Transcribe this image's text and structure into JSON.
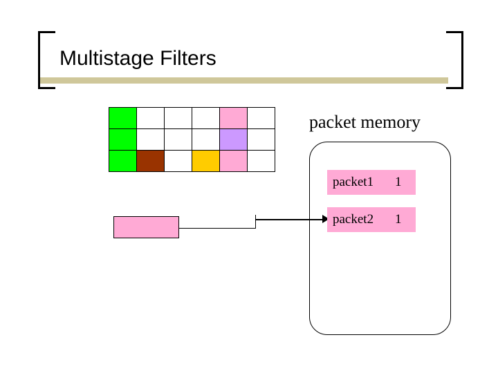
{
  "slide": {
    "title": "Multistage Filters",
    "title_rule_color": "#cfc79a",
    "bracket_color": "#000000"
  },
  "filter_grid": {
    "columns": 6,
    "rows": 3,
    "cells": [
      {
        "row": 0,
        "col": 0,
        "color": "#00ff00"
      },
      {
        "row": 0,
        "col": 1,
        "color": "#ffffff"
      },
      {
        "row": 0,
        "col": 2,
        "color": "#ffffff"
      },
      {
        "row": 0,
        "col": 3,
        "color": "#ffffff"
      },
      {
        "row": 0,
        "col": 4,
        "color": "#ffaad5"
      },
      {
        "row": 0,
        "col": 5,
        "color": "#ffffff"
      },
      {
        "row": 1,
        "col": 0,
        "color": "#00ff00"
      },
      {
        "row": 1,
        "col": 1,
        "color": "#ffffff"
      },
      {
        "row": 1,
        "col": 2,
        "color": "#ffffff"
      },
      {
        "row": 1,
        "col": 3,
        "color": "#ffffff"
      },
      {
        "row": 1,
        "col": 4,
        "color": "#cc99ff"
      },
      {
        "row": 1,
        "col": 5,
        "color": "#ffffff"
      },
      {
        "row": 2,
        "col": 0,
        "color": "#00ff00"
      },
      {
        "row": 2,
        "col": 1,
        "color": "#993300"
      },
      {
        "row": 2,
        "col": 2,
        "color": "#ffffff"
      },
      {
        "row": 2,
        "col": 3,
        "color": "#ffcc00"
      },
      {
        "row": 2,
        "col": 4,
        "color": "#ffaad5"
      },
      {
        "row": 2,
        "col": 5,
        "color": "#ffffff"
      }
    ]
  },
  "flow": {
    "source_bar_color": "#ffaad5",
    "connector_color": "#000000"
  },
  "packet_memory": {
    "label": "packet memory",
    "row_color": "#ffaad5",
    "entries": [
      {
        "name": "packet1",
        "count": "1"
      },
      {
        "name": "packet2",
        "count": "1"
      }
    ]
  }
}
